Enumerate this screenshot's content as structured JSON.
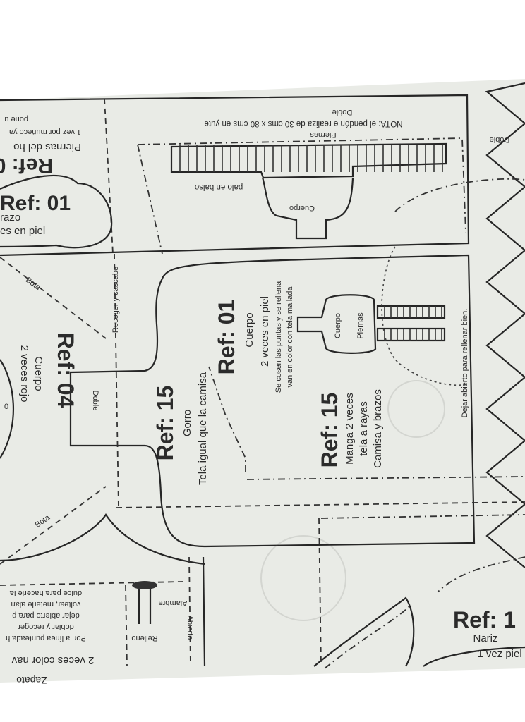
{
  "sheet": {
    "paper_color": "#e9ebe6",
    "ink_color": "#2b2b2b"
  },
  "top_panel": {
    "nota": "NOTA: el pendón e realiza de 30 cms x 80 cms en yute",
    "doble": "Doble",
    "piernas": "Piernas",
    "palo": "palo en balso",
    "cuerpo": "Cuerpo"
  },
  "left_top": {
    "ref_partial": "Ref: 0",
    "piernas_partial": "Piernas del ho",
    "una_vez": "1 vez por muñeco ya",
    "pone": "pone u",
    "ref01": "Ref: 01",
    "razo": "razo",
    "es_en_piel": "es en piel"
  },
  "left_mid": {
    "bota_top": "Bota",
    "bota_bottom": "Bota",
    "ref04": "Ref: 04",
    "cuerpo": "Cuerpo",
    "veces_rojo": "2 veces rojo",
    "zero": "0",
    "recoger": "Recoger y cascabe",
    "doble": "Doble"
  },
  "main": {
    "ref15_gorro": "Ref: 15",
    "gorro": "Gorro",
    "tela_igual": "Tela igual que la camisa",
    "ref01": "Ref: 01",
    "cuerpo": "Cuerpo",
    "veces_piel": "2 veces en piel",
    "se_cosen": "Se cosen las puntas y se rellena",
    "van_color": "van en color con tela mallada",
    "ref15_manga": "Ref: 15",
    "manga": "Manga 2 veces",
    "tela_rayas": "tela a rayas",
    "camisa_brazos": "Camisa y brazos",
    "mini_cuerpo": "Cuerpo",
    "mini_piernas": "Piernas",
    "dejar": "Dejar abierto para rellenar bien."
  },
  "bottom": {
    "zapato": "Zapato",
    "veces_color": "2 veces color nav",
    "por_la_linea": "Por la línea punteada h",
    "doblar": "doblar y recoger",
    "dejar_abierto": "dejar abierto para p",
    "voltear": "voltear, meterle alan",
    "dulce": "dulce para hacerle la",
    "abierto": "Abierto",
    "alambre": "Alambre",
    "relleno": "Relleno"
  },
  "right": {
    "doble": "Doble",
    "ref_partial": "Ref: 1",
    "nariz": "Nariz",
    "vez_piel": "1 vez piel"
  }
}
